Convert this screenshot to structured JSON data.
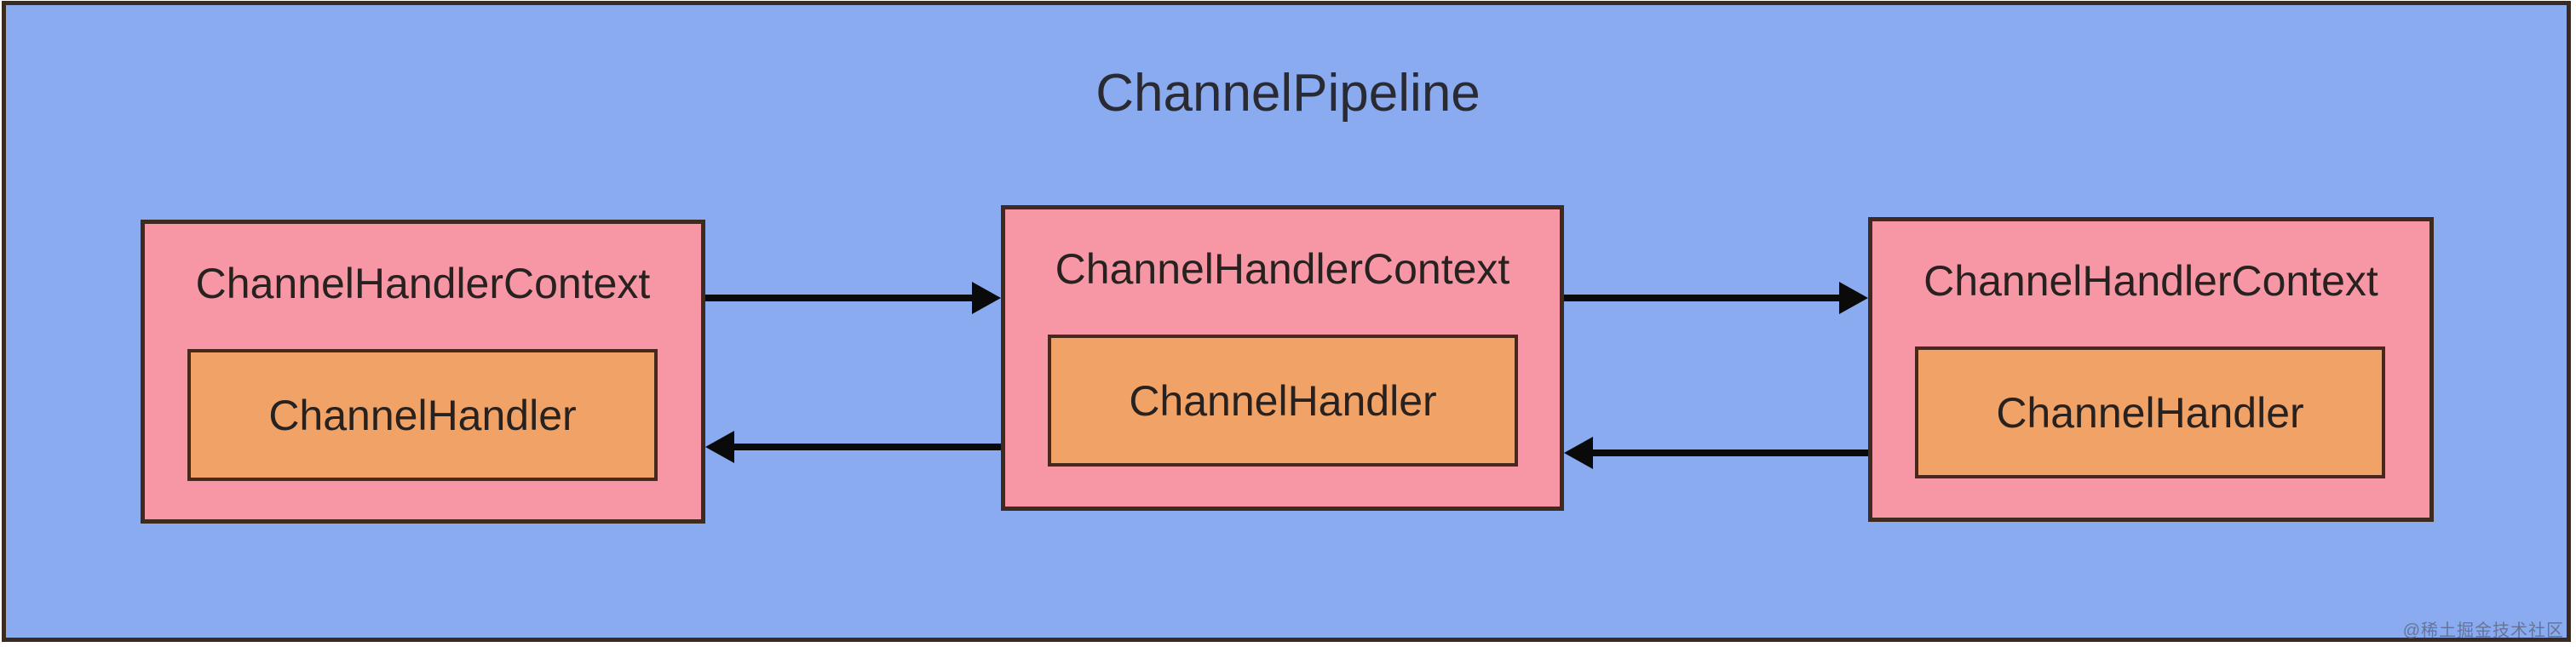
{
  "title": "ChannelPipeline",
  "watermark": "@稀土掘金技术社区",
  "colors": {
    "canvas_background": "#8aabf0",
    "frame_border": "#3c2a1e",
    "context_fill": "#f797a5",
    "handler_fill": "#f1a267",
    "box_border": "#3f2a20",
    "arrow": "#0a0a0a",
    "text": "#272220"
  },
  "contexts": [
    {
      "label": "ChannelHandlerContext",
      "handler": "ChannelHandler"
    },
    {
      "label": "ChannelHandlerContext",
      "handler": "ChannelHandler"
    },
    {
      "label": "ChannelHandlerContext",
      "handler": "ChannelHandler"
    }
  ],
  "arrows": [
    {
      "name": "arrow-forward-1-to-2",
      "direction": "right"
    },
    {
      "name": "arrow-backward-2-to-1",
      "direction": "left"
    },
    {
      "name": "arrow-forward-2-to-3",
      "direction": "right"
    },
    {
      "name": "arrow-backward-3-to-2",
      "direction": "left"
    }
  ]
}
